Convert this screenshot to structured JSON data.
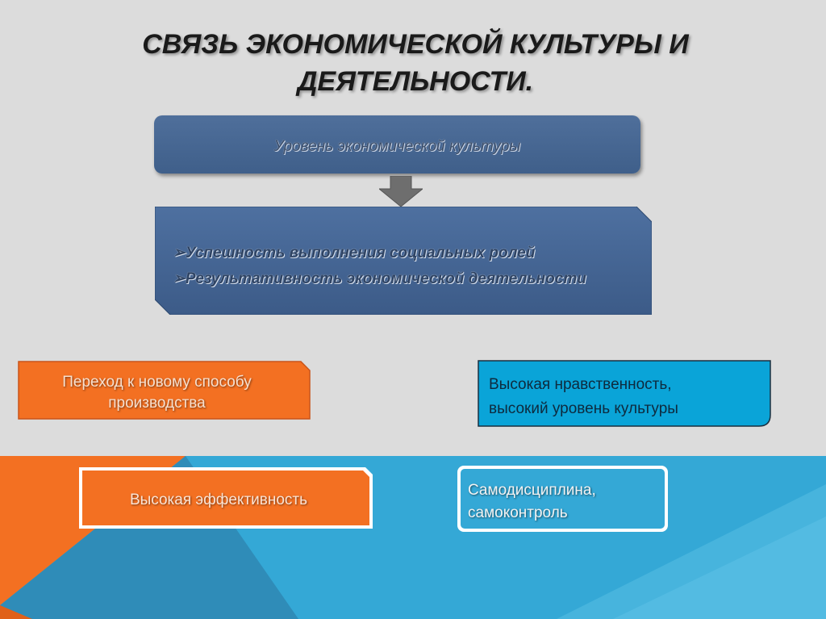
{
  "slide": {
    "title_line1": "СВЯЗЬ ЭКОНОМИЧЕСКОЙ КУЛЬТУРЫ И",
    "title_line2": "ДЕЯТЕЛЬНОСТИ."
  },
  "diagram": {
    "top_box": "Уровень экономической культуры",
    "middle_items": [
      "Успешность выполнения социальных ролей",
      "Результативность экономической деятельности"
    ],
    "bullet_marker": "➢",
    "orange_box_line1": "Переход к новому способу",
    "orange_box_line2": "производства",
    "blue_box_line1": "Высокая нравственность,",
    "blue_box_line2": "высокий уровень культуры",
    "efficiency_box": "Высокая эффективность",
    "discipline_box_line1": "Самодисциплина,",
    "discipline_box_line2": "самоконтроль"
  },
  "colors": {
    "background_gray": "#dcdcdc",
    "band_blue": "#34a8d6",
    "band_orange": "#f37022",
    "box_navy": "#3f5f8a",
    "box_cyan": "#0aa4d8"
  }
}
